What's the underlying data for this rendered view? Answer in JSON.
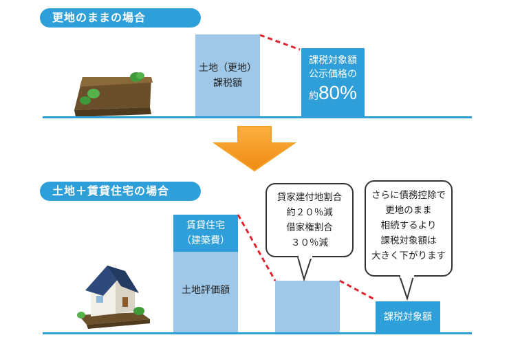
{
  "section1": {
    "title": "更地のままの場合",
    "bar1_label_line1": "土地（更地）",
    "bar1_label_line2": "課税額",
    "bar2_line1": "課税対象額",
    "bar2_line2": "公示価格の",
    "bar2_prefix": "約",
    "bar2_percent": "80%"
  },
  "section2": {
    "title": "土地＋賃貸住宅の場合",
    "bar1_top_line1": "賃貸住宅",
    "bar1_top_line2": "（建築費）",
    "bar1_bottom": "土地評価額",
    "bar3_label": "課税対象額",
    "callout1": {
      "line1": "貸家建付地割合",
      "line2": "約２０％減",
      "line3": "借家権割合",
      "line4": "３０％減"
    },
    "callout2": {
      "line1": "さらに債務控除で",
      "line2": "更地のまま",
      "line3": "相続するより",
      "line4": "課税対象額は",
      "line5": "大きく下がります"
    }
  },
  "colors": {
    "accent": "#2e9fd8",
    "bar_light": "#9fc8e8",
    "arrow": "#f59a1e",
    "dashed": "#e0242f"
  }
}
